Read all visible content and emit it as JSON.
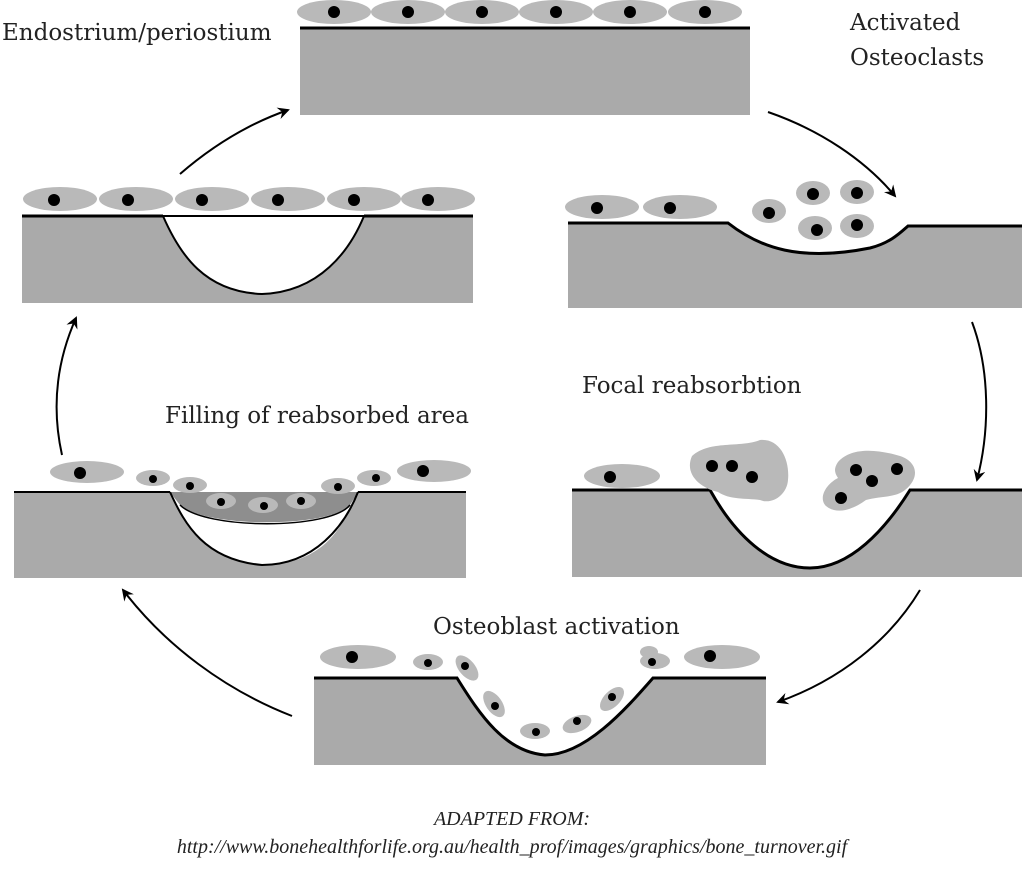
{
  "diagram": {
    "labels": {
      "resting": "Endostrium/periostium",
      "activated_line1": "Activated",
      "activated_line2": "Osteoclasts",
      "focal": "Focal reabsorbtion",
      "osteoblast": "Osteoblast activation",
      "filling": "Filling of reabsorbed area"
    },
    "source": {
      "line1": "ADAPTED FROM:",
      "line2": "http://www.bonehealthforlife.org.au/health_prof/images/graphics/bone_turnover.gif"
    },
    "colors": {
      "bone": "#aaaaaa",
      "cell": "#b9b9b9",
      "new_bone": "#8e8e8e",
      "nucleus": "#000000",
      "outline": "#000000",
      "background": "#ffffff"
    }
  }
}
